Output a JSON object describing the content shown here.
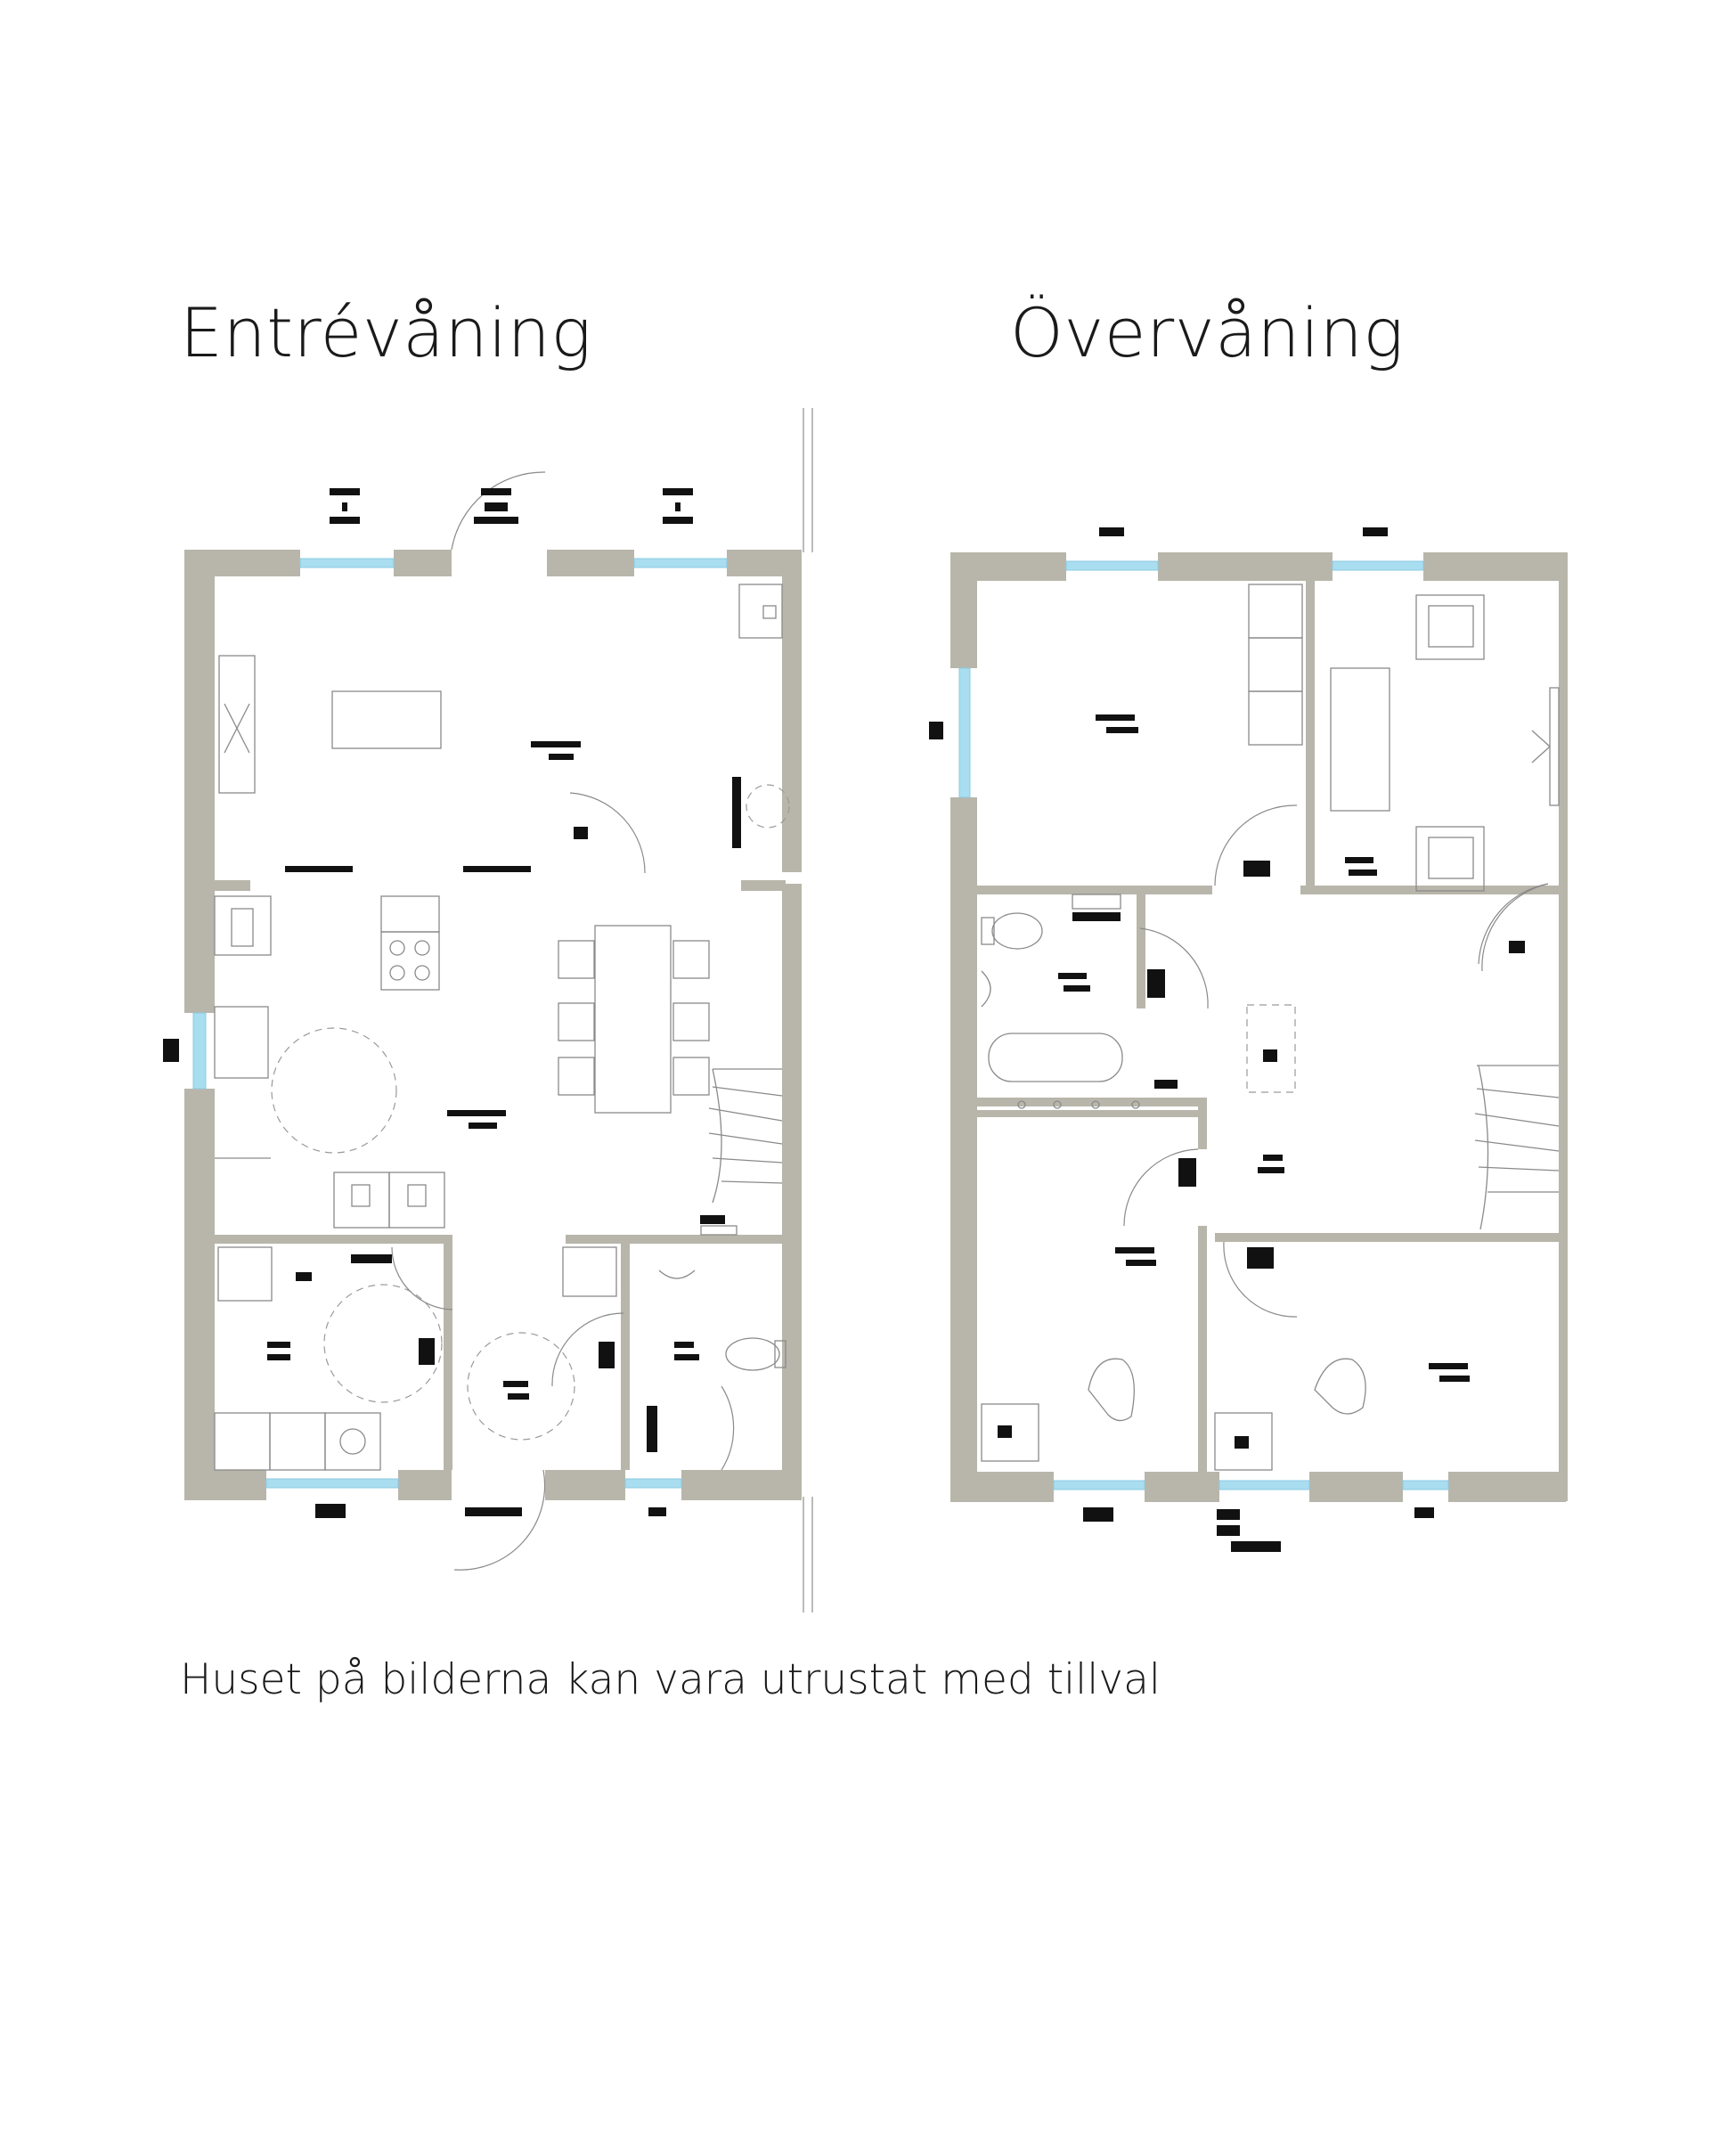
{
  "floors": {
    "entry": {
      "title": "Entrévåning"
    },
    "upper": {
      "title": "Övervåning"
    }
  },
  "caption": "Huset på bilderna kan vara utrustat med tillval",
  "colors": {
    "wall": "#b8b6aa",
    "window": "#a9ddf0",
    "line": "#8a8a8a",
    "text": "#1a1a1a"
  }
}
